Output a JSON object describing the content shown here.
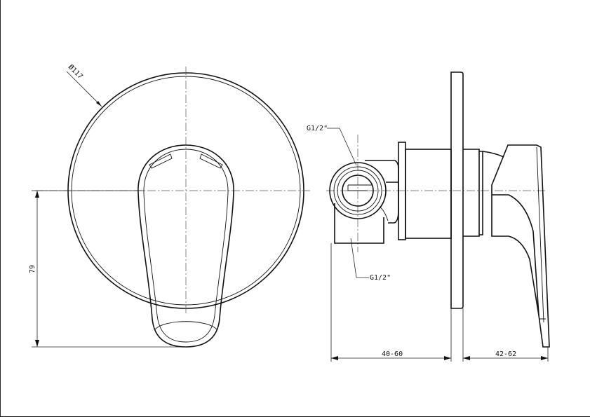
{
  "drawing": {
    "front_view": {
      "diameter_label": "Ø117",
      "height_label": "79"
    },
    "side_view": {
      "inlet_top_label": "G1/2\"",
      "inlet_bottom_label": "G1/2\"",
      "depth_label": "40-60",
      "projection_label": "42-62"
    }
  }
}
